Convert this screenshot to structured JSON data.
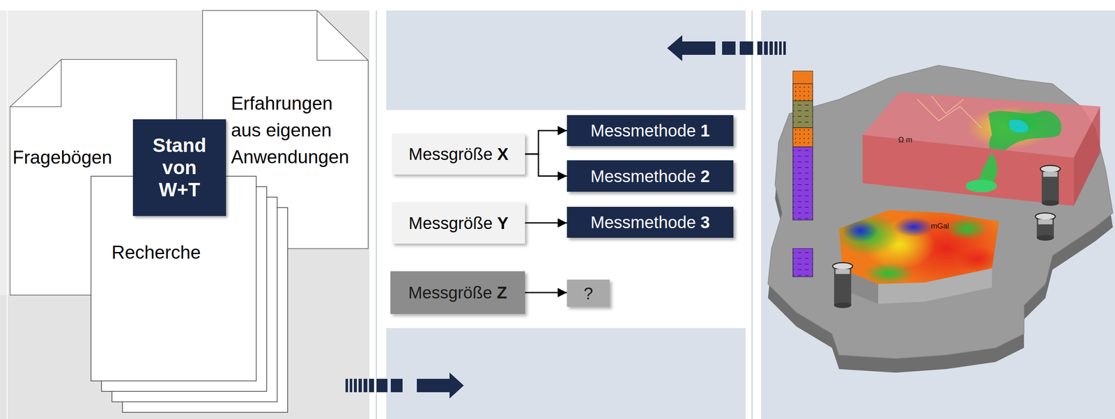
{
  "diagram": {
    "nodes": [
      {
        "text": [
          "Fragebögen"
        ]
      },
      {
        "text": [
          "Erfahrungen aus eigenen Anwendungen"
        ]
      },
      {
        "text": [
          "Recherche"
        ]
      },
      {
        "text": [
          "Stand von W+T"
        ]
      },
      {
        "text": [
          "Messgröße X"
        ]
      },
      {
        "text": [
          "Messmethode 1"
        ]
      },
      {
        "text": [
          "Messmethode 2"
        ]
      },
      {
        "text": [
          "Messgröße Y"
        ]
      },
      {
        "text": [
          "Messmethode 3"
        ]
      },
      {
        "text": [
          "Messgröße Z"
        ]
      },
      {
        "text": [
          "?"
        ]
      }
    ],
    "edges": [
      {
        "from": 4,
        "to": 5,
        "arrow": "to"
      },
      {
        "from": 4,
        "to": 6,
        "arrow": "to"
      },
      {
        "from": 7,
        "to": 8,
        "arrow": "to"
      },
      {
        "from": 9,
        "to": 10,
        "arrow": "to"
      }
    ],
    "labels": [
      "Ω m",
      "mGal"
    ]
  }
}
